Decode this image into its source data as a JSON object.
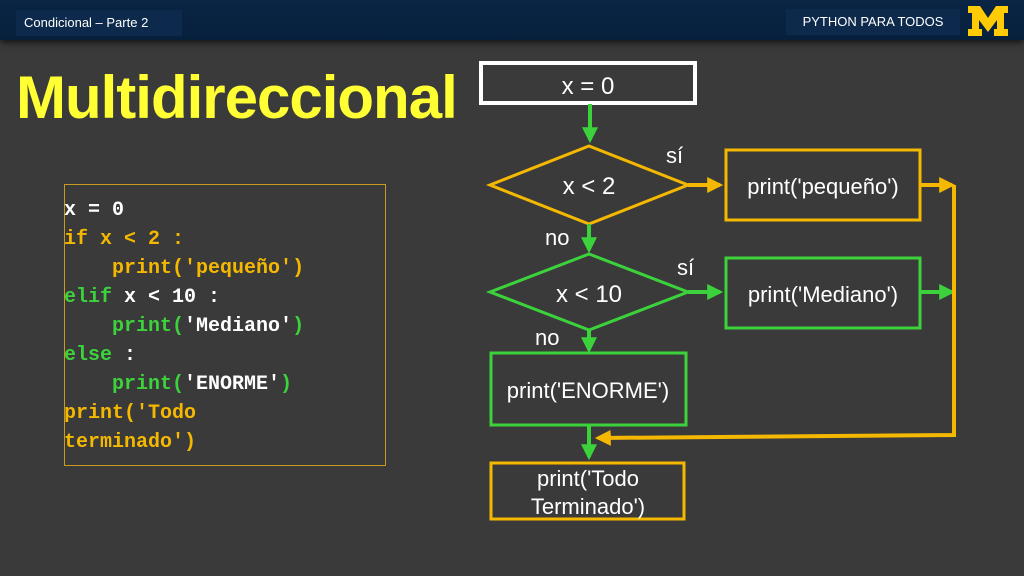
{
  "header": {
    "left_tab": "Condicional – Parte 2",
    "right_tab": "PYTHON PARA TODOS",
    "logo_letter": "M"
  },
  "title": "Multidireccional",
  "code": {
    "lines": [
      [
        {
          "t": "x = 0",
          "c": "w"
        }
      ],
      [
        {
          "t": "if",
          "c": "o"
        },
        {
          "t": " x < 2 ",
          "c": "o"
        },
        {
          "t": ":",
          "c": "o"
        }
      ],
      [
        {
          "t": "    print(",
          "c": "o"
        },
        {
          "t": "'pequeño'",
          "c": "o"
        },
        {
          "t": ")",
          "c": "o"
        }
      ],
      [
        {
          "t": "elif",
          "c": "g"
        },
        {
          "t": " x < 10 ",
          "c": "w"
        },
        {
          "t": ":",
          "c": "w"
        }
      ],
      [
        {
          "t": "    print(",
          "c": "g"
        },
        {
          "t": "'Mediano'",
          "c": "w"
        },
        {
          "t": ")",
          "c": "g"
        }
      ],
      [
        {
          "t": "else",
          "c": "g"
        },
        {
          "t": " :",
          "c": "w"
        }
      ],
      [
        {
          "t": "    print(",
          "c": "g"
        },
        {
          "t": "'ENORME'",
          "c": "w"
        },
        {
          "t": ")",
          "c": "g"
        }
      ],
      [
        {
          "t": "print(",
          "c": "o"
        },
        {
          "t": "'Todo",
          "c": "o"
        }
      ],
      [
        {
          "t": "terminado'",
          "c": "o"
        },
        {
          "t": ")",
          "c": "o"
        }
      ]
    ]
  },
  "flowchart": {
    "start": "x = 0",
    "cond1": "x < 2",
    "cond2": "x < 10",
    "yes1": "sí",
    "yes2": "sí",
    "no1": "no",
    "no2": "no",
    "print_small": "print('pequeño')",
    "print_medium": "print('Mediano')",
    "print_large": "print('ENORME')",
    "print_done_1": "print('Todo",
    "print_done_2": "Terminado')"
  },
  "colors": {
    "yellow_title": "#ffff33",
    "orange": "#f5b800",
    "green": "#3cd23c",
    "background": "#3a3a3a",
    "header": "#0a2545",
    "logo_yellow": "#ffcb05"
  }
}
